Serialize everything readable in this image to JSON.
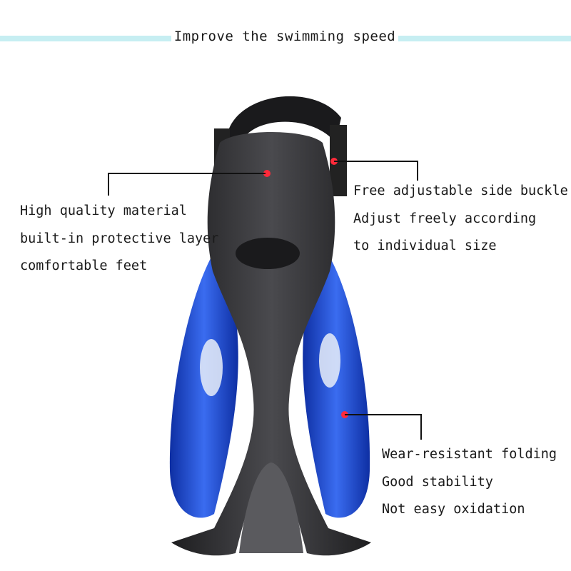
{
  "header": {
    "title": "Improve the swimming speed",
    "bar_color": "#c6eef2"
  },
  "callouts": {
    "left": {
      "lines": [
        "High quality material",
        "built-in protective layer",
        "comfortable feet"
      ]
    },
    "right_top": {
      "lines": [
        "Free adjustable side buckle",
        "Adjust freely according",
        "to individual size"
      ]
    },
    "right_bottom": {
      "lines": [
        "Wear-resistant folding",
        "Good stability",
        "Not easy oxidation"
      ]
    }
  },
  "colors": {
    "marker": "#ff2a3a",
    "fin_black": "#2e2e30",
    "fin_blue": "#1f4fd6"
  }
}
